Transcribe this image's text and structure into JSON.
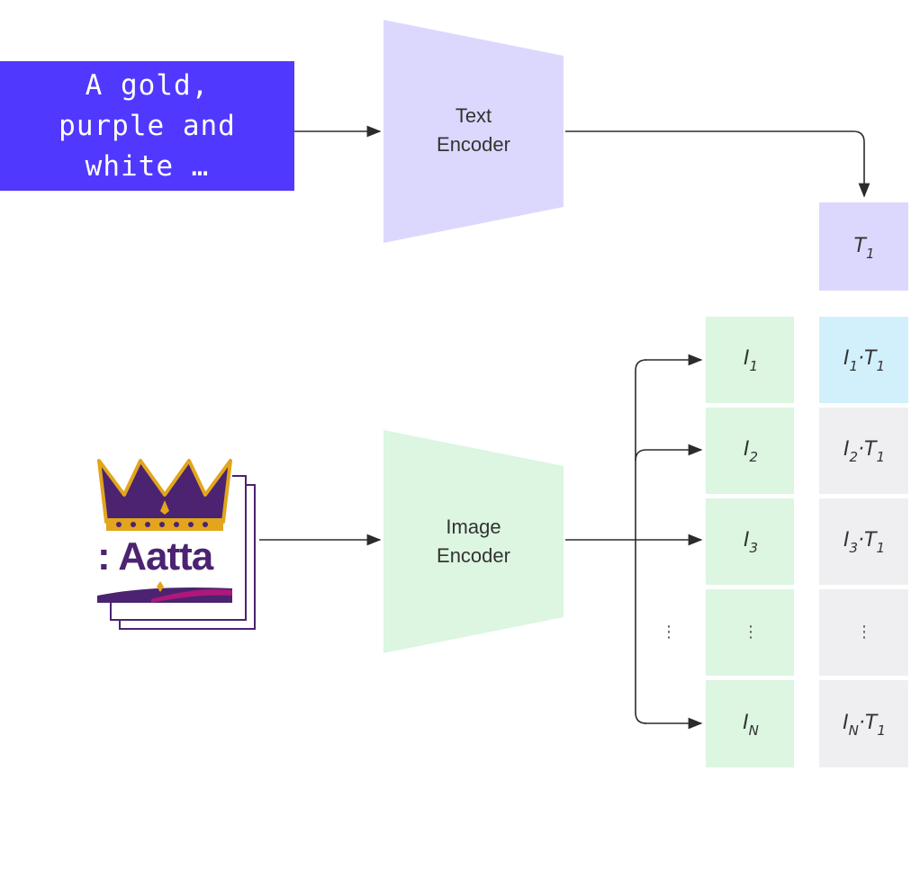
{
  "prompt": {
    "text": "A gold,\npurple and\nwhite …"
  },
  "text_encoder": {
    "line1": "Text",
    "line2": "Encoder"
  },
  "image_encoder": {
    "line1": "Image",
    "line2": "Encoder"
  },
  "text_embedding": {
    "base": "T",
    "sub": "1"
  },
  "logo": {
    "text": ": Aatta"
  },
  "image_embeddings": [
    {
      "base": "I",
      "sub": "1"
    },
    {
      "base": "I",
      "sub": "2"
    },
    {
      "base": "I",
      "sub": "3"
    },
    {
      "base": "⋮",
      "sub": ""
    },
    {
      "base": "I",
      "sub": "N"
    }
  ],
  "similarities": [
    {
      "i": "I",
      "i_sub": "1",
      "t": "T",
      "t_sub": "1"
    },
    {
      "i": "I",
      "i_sub": "2",
      "t": "T",
      "t_sub": "1"
    },
    {
      "i": "I",
      "i_sub": "3",
      "t": "T",
      "t_sub": "1"
    },
    {
      "i": "⋮",
      "i_sub": "",
      "t": "",
      "t_sub": ""
    },
    {
      "i": "I",
      "i_sub": "N",
      "t": "T",
      "t_sub": "1"
    }
  ],
  "gap_marker": "⋮",
  "colors": {
    "prompt_bg": "#5138ff",
    "text_side": "#dcd8fd",
    "image_side": "#dcf6e1",
    "highlight": "#d2f0fb",
    "neutral_cell": "#efeff1",
    "arrow": "#2b2b2b",
    "label": "#333333",
    "logo_purple": "#4b2370",
    "logo_gold": "#e2a51c"
  }
}
